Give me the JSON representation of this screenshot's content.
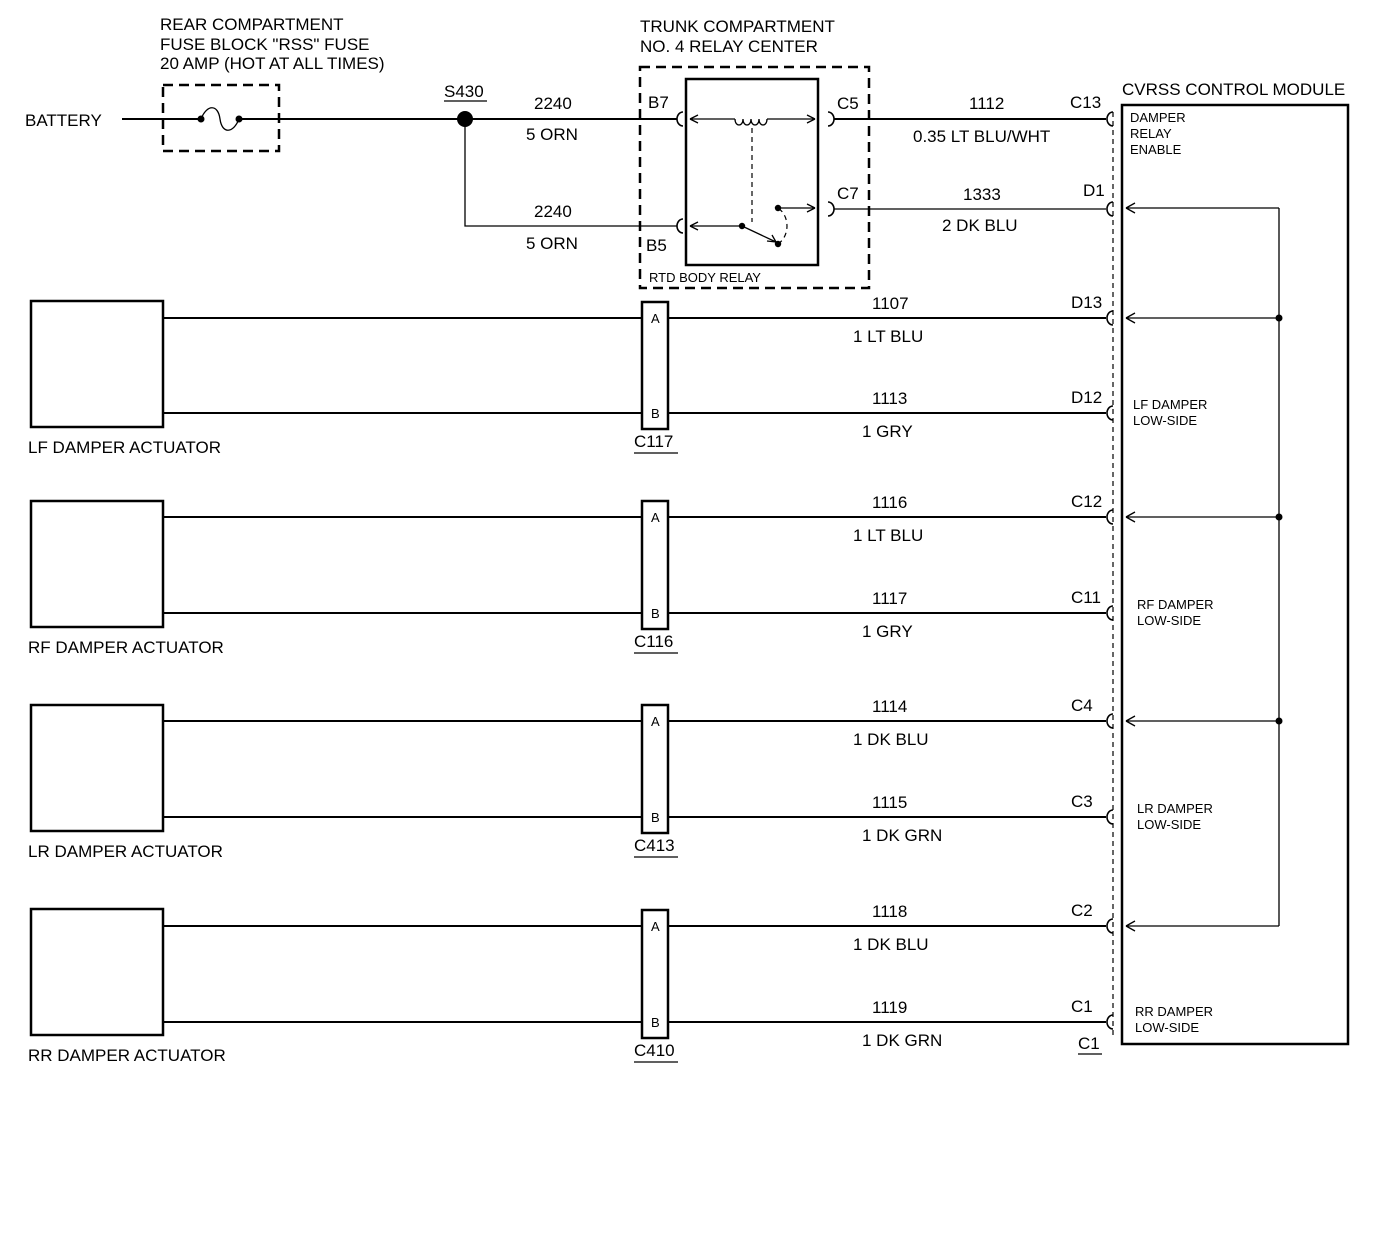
{
  "fuse_block": {
    "line1": "REAR COMPARTMENT",
    "line2": "FUSE BLOCK \"RSS\" FUSE",
    "line3": "20 AMP (HOT AT ALL TIMES)"
  },
  "battery_label": "BATTERY",
  "splice_label": "S430",
  "relay_center": {
    "line1": "TRUNK COMPARTMENT",
    "line2": "NO. 4 RELAY CENTER",
    "relay_name": "RTD BODY RELAY",
    "pin_b7": "B7",
    "pin_b5": "B5",
    "pin_c5": "C5",
    "pin_c7": "C7"
  },
  "module": {
    "title": "CVRSS CONTROL MODULE",
    "relay_enable": [
      "DAMPER",
      "RELAY",
      "ENABLE"
    ],
    "lf_low": [
      "LF DAMPER",
      "LOW-SIDE"
    ],
    "rf_low": [
      "RF DAMPER",
      "LOW-SIDE"
    ],
    "lr_low": [
      "LR DAMPER",
      "LOW-SIDE"
    ],
    "rr_low": [
      "RR DAMPER",
      "LOW-SIDE"
    ],
    "connector_label": "C1"
  },
  "power_wires": [
    {
      "circuit": "2240",
      "color": "5 ORN"
    },
    {
      "circuit": "2240",
      "color": "5 ORN"
    }
  ],
  "relay_wires": [
    {
      "circuit": "1112",
      "color": "0.35 LT BLU/WHT",
      "pin": "C13"
    },
    {
      "circuit": "1333",
      "color": "2 DK BLU",
      "pin": "D1"
    }
  ],
  "actuators": [
    {
      "name": "LF DAMPER ACTUATOR",
      "connector": "C117",
      "wire_a": {
        "pin": "A",
        "circuit": "1107",
        "color": "1 LT BLU",
        "module_pin": "D13"
      },
      "wire_b": {
        "pin": "B",
        "circuit": "1113",
        "color": "1 GRY",
        "module_pin": "D12"
      }
    },
    {
      "name": "RF DAMPER ACTUATOR",
      "connector": "C116",
      "wire_a": {
        "pin": "A",
        "circuit": "1116",
        "color": "1 LT BLU",
        "module_pin": "C12"
      },
      "wire_b": {
        "pin": "B",
        "circuit": "1117",
        "color": "1 GRY",
        "module_pin": "C11"
      }
    },
    {
      "name": "LR DAMPER ACTUATOR",
      "connector": "C413",
      "wire_a": {
        "pin": "A",
        "circuit": "1114",
        "color": "1 DK BLU",
        "module_pin": "C4"
      },
      "wire_b": {
        "pin": "B",
        "circuit": "1115",
        "color": "1 DK GRN",
        "module_pin": "C3"
      }
    },
    {
      "name": "RR DAMPER ACTUATOR",
      "connector": "C410",
      "wire_a": {
        "pin": "A",
        "circuit": "1118",
        "color": "1 DK BLU",
        "module_pin": "C2"
      },
      "wire_b": {
        "pin": "B",
        "circuit": "1119",
        "color": "1 DK GRN",
        "module_pin": "C1"
      }
    }
  ]
}
